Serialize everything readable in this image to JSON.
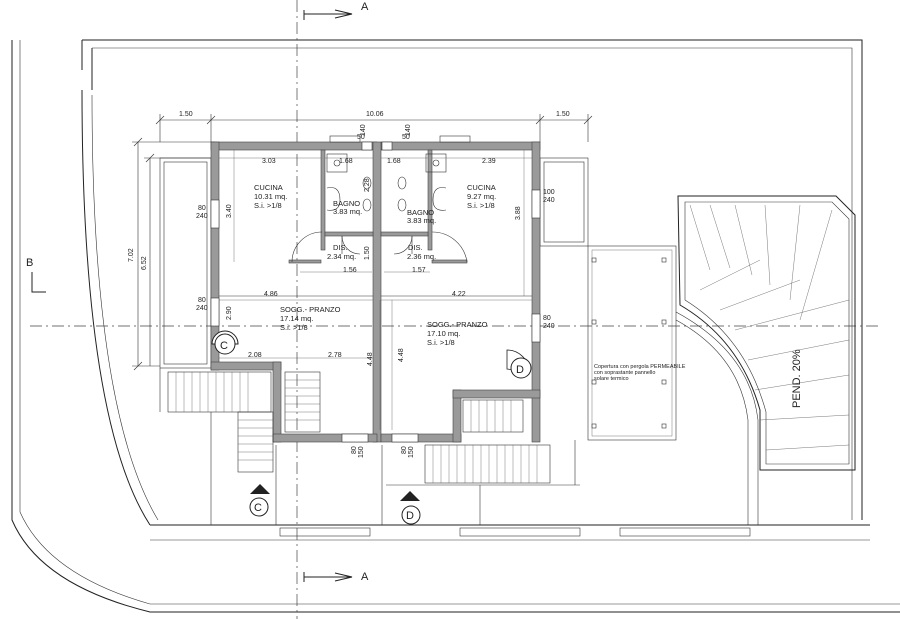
{
  "sections": {
    "a_top": "A",
    "a_bottom": "A",
    "b_left": "B"
  },
  "dimensions": {
    "left_offset": "1.50",
    "overall": "10.06",
    "right_offset": "1.50",
    "left_height_outer": "7.02",
    "left_height_inner": "6.52",
    "kitchen_left_width": "3.03",
    "kitchen_right_width": "2.39",
    "bath_left_top": "1.68",
    "bath_right_top": "1.68",
    "kitchen_left_height": "3.40",
    "kitchen_right_height": "3.88",
    "bath_left_height": "2.28",
    "dis_left_width": "1.56",
    "dis_left_height": "1.50",
    "dis_right_width": "1.57",
    "living_left_width": "4.86",
    "living_right_width": "4.22",
    "living_left_side": "2.90",
    "stair_left_width": "2.08",
    "living_left_lower": "2.78",
    "living_left_height": "4.48",
    "living_right_height": "4.48",
    "win_top_left": "50\n140",
    "win_top_right": "50\n140",
    "win_k_left": "80\n240",
    "win_k_right": "100\n240",
    "win_liv_left": "80\n240",
    "win_liv_right": "80\n240",
    "win_bot_left": "80\n150",
    "win_bot_right": "80\n150"
  },
  "rooms": {
    "kitchen_left": {
      "name": "CUCINA",
      "area": "10.31 mq.",
      "ratio": "S.i.  >1/8"
    },
    "bath_left": {
      "name": "BAGNO",
      "area": "3.83 mq."
    },
    "dis_left": {
      "name": "DIS.",
      "area": "2.34 mq."
    },
    "living_left": {
      "name": "SOGG.- PRANZO",
      "area": "17.14 mq.",
      "ratio": "S.i.  >1/8"
    },
    "kitchen_right": {
      "name": "CUCINA",
      "area": "9.27 mq.",
      "ratio": "S.i.  >1/8"
    },
    "bath_right": {
      "name": "BAGNO",
      "area": "3.83 mq."
    },
    "dis_right": {
      "name": "DIS.",
      "area": "2.36 mq."
    },
    "living_right": {
      "name": "SOGG.- PRANZO",
      "area": "17.10 mq.",
      "ratio": "S.i.  >1/8"
    }
  },
  "markers": {
    "c_inside": "C",
    "d_inside": "D",
    "c_entry": "C",
    "d_entry": "D"
  },
  "pergola_note": [
    "Copertura con pergola PERMEABILE",
    "con soprastante pannello",
    "solare termico"
  ],
  "ramp": {
    "label": "PEND. 20%"
  }
}
